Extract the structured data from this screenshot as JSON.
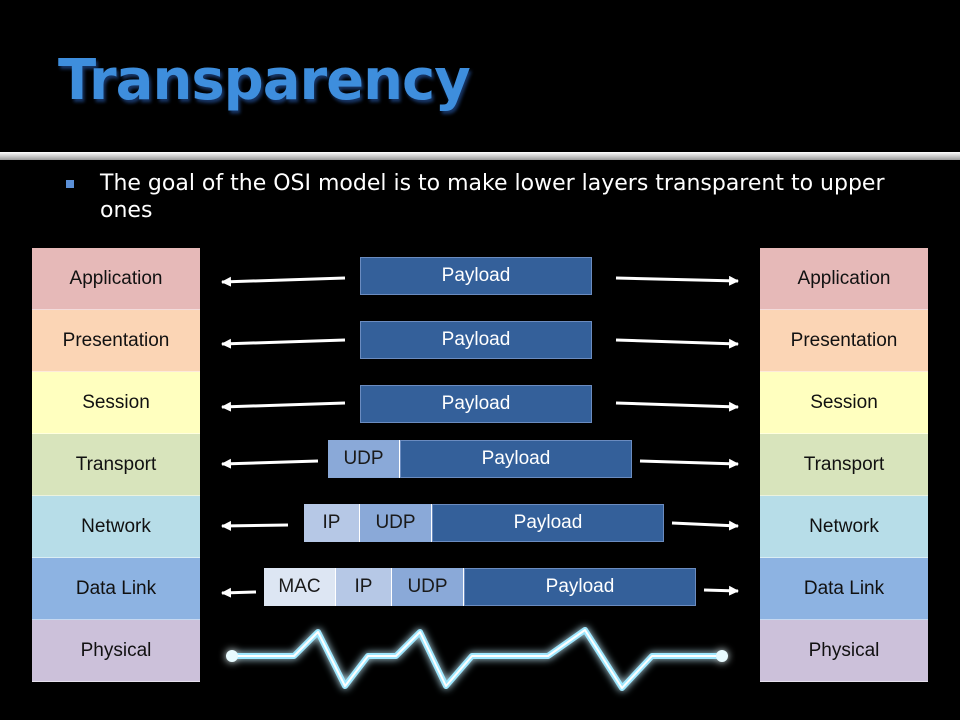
{
  "slide": {
    "title": "Transparency",
    "bullet": "The goal of the OSI model is to make lower layers transparent to upper ones"
  },
  "layers": [
    {
      "label": "Application",
      "color": "#e6b9b8"
    },
    {
      "label": "Presentation",
      "color": "#fbd5b5"
    },
    {
      "label": "Session",
      "color": "#ffffbf"
    },
    {
      "label": "Transport",
      "color": "#d8e4bc"
    },
    {
      "label": "Network",
      "color": "#b7dde8"
    },
    {
      "label": "Data Link",
      "color": "#8db3e2"
    },
    {
      "label": "Physical",
      "color": "#ccc1da"
    }
  ],
  "packets": [
    {
      "headers": [],
      "payload": "Payload"
    },
    {
      "headers": [],
      "payload": "Payload"
    },
    {
      "headers": [],
      "payload": "Payload"
    },
    {
      "headers": [
        "UDP"
      ],
      "payload": "Payload"
    },
    {
      "headers": [
        "IP",
        "UDP"
      ],
      "payload": "Payload"
    },
    {
      "headers": [
        "MAC",
        "IP",
        "UDP"
      ],
      "payload": "Payload"
    }
  ],
  "colors": {
    "title": "#3e8edd",
    "payload": "#34609a",
    "signal": "#9fe8ff"
  }
}
